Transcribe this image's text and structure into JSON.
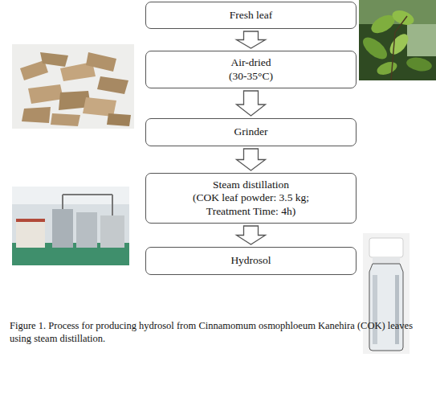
{
  "diagram": {
    "caption": "Figure 1. Process for producing hydrosol from Cinnamomum osmophloeum Kanehira (COK) leaves using steam distillation.",
    "nodes": [
      {
        "text": [
          "Fresh leaf"
        ]
      },
      {
        "text": [
          "Air-dried",
          "(30-35°C)"
        ]
      },
      {
        "text": [
          "Grinder"
        ]
      },
      {
        "text": [
          "Steam distillation",
          "(COK leaf powder: 3.5 kg; Treatment Time: 4h)"
        ]
      },
      {
        "text": [
          "Hydrosol"
        ]
      }
    ],
    "edges": [
      {
        "from": 0,
        "to": 1,
        "arrow": "to"
      },
      {
        "from": 1,
        "to": 2,
        "arrow": "to"
      },
      {
        "from": 2,
        "to": 3,
        "arrow": "to"
      },
      {
        "from": 3,
        "to": 4,
        "arrow": "to"
      }
    ]
  }
}
